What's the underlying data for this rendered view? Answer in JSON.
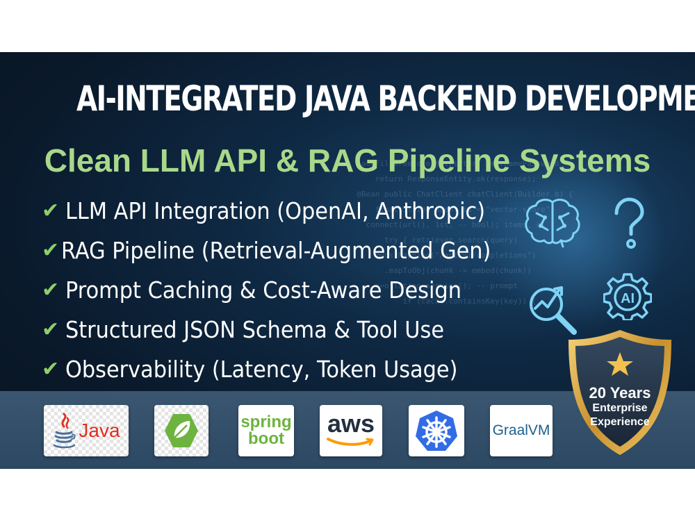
{
  "title": "AI-INTEGRATED JAVA BACKEND DEVELOPMENT",
  "subtitle": "Clean LLM API & RAG Pipeline Systems",
  "features": [
    {
      "check": "✔",
      "text": "LLM API Integration (OpenAI, Anthropic)"
    },
    {
      "check": "✔",
      "text": "RAG Pipeline (Retrieval-Augmented Gen)"
    },
    {
      "check": "✔",
      "text": "Prompt Caching & Cost-Aware Design"
    },
    {
      "check": "✔",
      "text": "Structured JSON Schema & Tool Use"
    },
    {
      "check": "✔",
      "text": "Observability (Latency, Token Usage)"
    }
  ],
  "icons": {
    "brain": "brain-icon",
    "question": "question-mark-icon",
    "analytics": "analytics-magnifier-icon",
    "ai_gear": "ai-gear-icon",
    "ai_gear_label": "AI",
    "question_glyph": "?"
  },
  "logos": {
    "java": "Java",
    "spring_line1": "spring",
    "spring_line2": "boot",
    "aws": "aws",
    "graalvm": "GraalVM"
  },
  "badge": {
    "line1": "20 Years",
    "line2": "Enterprise",
    "line3": "Experience"
  },
  "colors": {
    "accent_green": "#a9d88a",
    "check_green": "#8fcf6a",
    "icon_cyan": "#7fd3f5",
    "badge_gold": "#d6a640",
    "kubernetes_blue": "#326ce5",
    "spring_green": "#6db33f",
    "java_red": "#e0301e",
    "aws_orange": "#ff9900"
  }
}
